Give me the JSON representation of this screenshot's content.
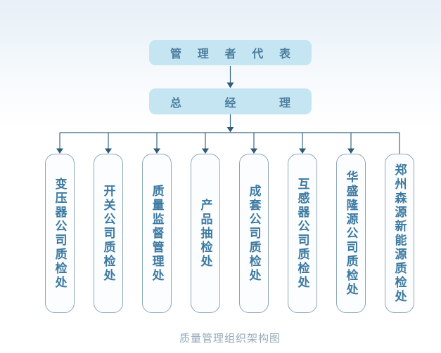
{
  "org_chart": {
    "caption": "质量管理组织架构图",
    "top_node": "管理者代表",
    "second_node": "总经理",
    "departments": [
      "变压器公司质检处",
      "开关公司质检处",
      "质量监督管理处",
      "产品抽检处",
      "成套公司质检处",
      "互感器公司质检处",
      "华盛隆源公司质检处",
      "郑州森源新能源质检处"
    ]
  },
  "colors": {
    "background_top": "#e7f0f8",
    "node_fill": "#c6e5f2",
    "node_text": "#4b7e9e",
    "connector_line": "#3a6882",
    "arrowhead": "#2f5d78",
    "department_border": "#8ea7b8",
    "department_fill": "#fbfdfe",
    "department_text": "#3d7aa2",
    "caption_text": "#93a9b8"
  }
}
